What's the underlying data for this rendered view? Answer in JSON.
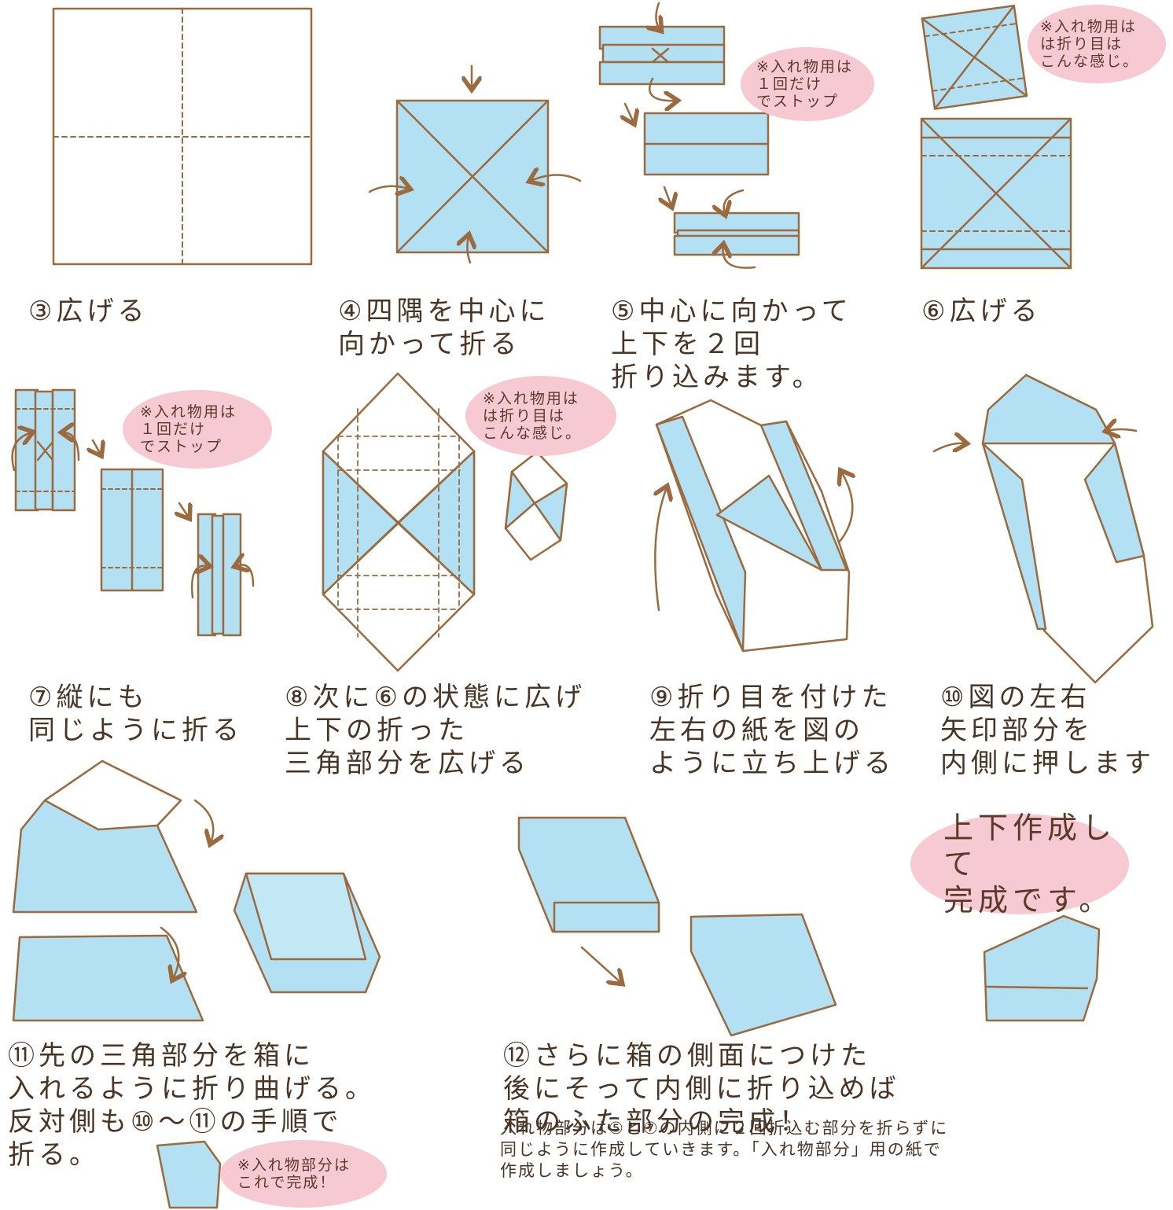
{
  "colors": {
    "paper": "#b3e1f3",
    "line": "#9b6a3e",
    "bubble": "#f7c9d2",
    "text": "#4a3424"
  },
  "steps": {
    "s3": [
      "③広げる"
    ],
    "s4": [
      "④四隅を中心に",
      "向かって折る"
    ],
    "s5": [
      "⑤中心に向かって",
      "上下を２回",
      "折り込みます。"
    ],
    "s6": [
      "⑥広げる"
    ],
    "s7": [
      "⑦縦にも",
      "同じように折る"
    ],
    "s8": [
      "⑧次に⑥の状態に広げ",
      "上下の折った",
      "三角部分を広げる"
    ],
    "s9": [
      "⑨折り目を付けた",
      "左右の紙を図の",
      "ように立ち上げる"
    ],
    "s10": [
      "⑩図の左右",
      "矢印部分を",
      "内側に押します"
    ],
    "s11": [
      "⑪先の三角部分を箱に",
      "入れるように折り曲げる。",
      "反対側も⑩〜⑪の手順で",
      "折る。"
    ],
    "s12": [
      "⑫さらに箱の側面につけた",
      "後にそって内側に折り込めば",
      "箱のふた部分の完成！"
    ]
  },
  "bubbles": {
    "b1": [
      "※入れ物用は",
      "１回だけ",
      "でストップ"
    ],
    "b2": [
      "※入れ物用は",
      "は折り目は",
      "こんな感じ。"
    ],
    "b3": [
      "※入れ物用は",
      "１回だけ",
      "でストップ"
    ],
    "b4": [
      "※入れ物用は",
      "は折り目は",
      "こんな感じ。"
    ],
    "b5": [
      "※入れ物部分は",
      "これで完成！"
    ],
    "finish": [
      "上下作成して",
      "完成です。"
    ]
  },
  "note": [
    "入れ物部分は⑤と⑦の内側に２回折込む部分を折らずに",
    "同じように作成していきます。「入れ物部分」用の紙で",
    "作成しましょう。"
  ]
}
